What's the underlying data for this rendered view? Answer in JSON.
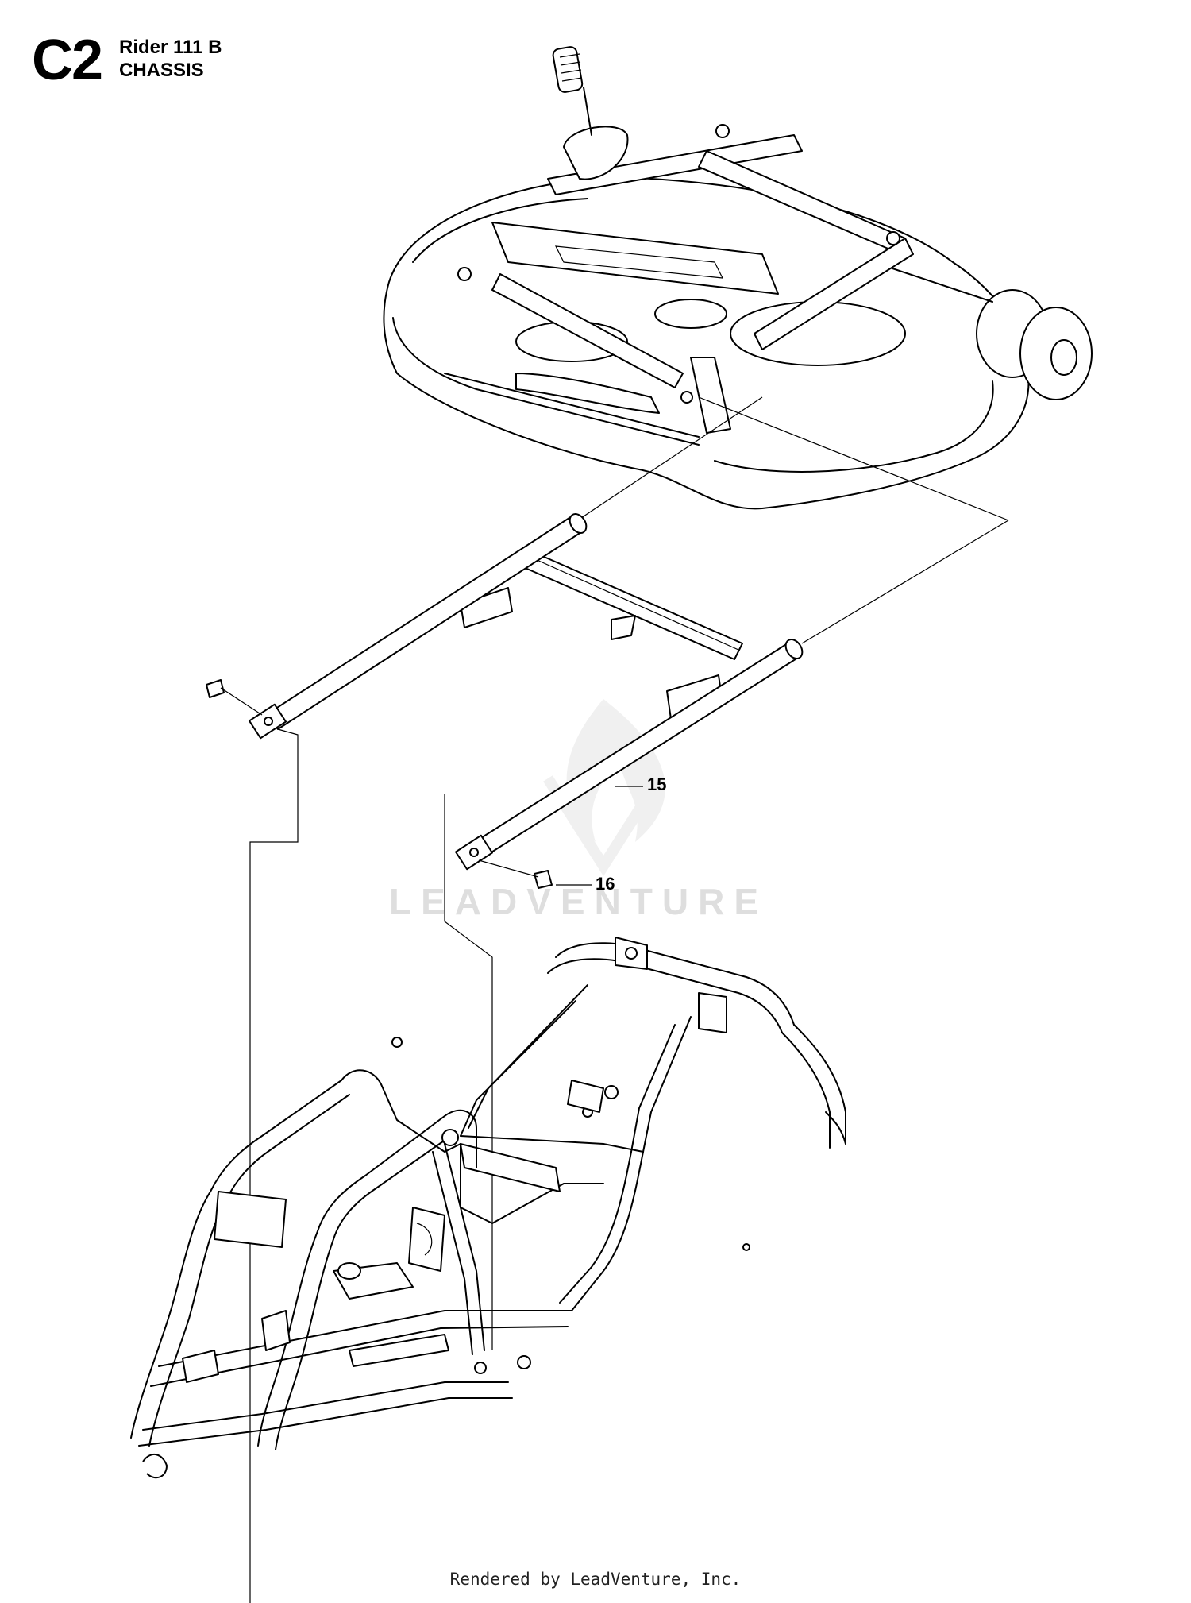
{
  "header": {
    "code": "C2",
    "model": "Rider 111 B",
    "section": "CHASSIS"
  },
  "callouts": [
    {
      "id": "15",
      "label": "15"
    },
    {
      "id": "16",
      "label": "16"
    }
  ],
  "watermark": "LEADVENTURE",
  "footer": "Rendered by LeadVenture, Inc."
}
